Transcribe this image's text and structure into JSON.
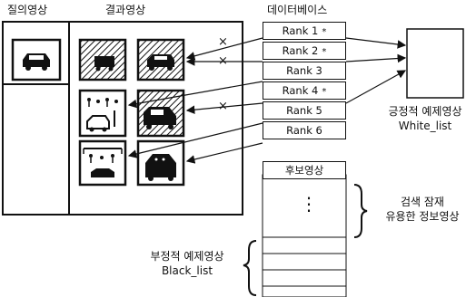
{
  "labels": {
    "query_image": "질의영상",
    "result_image": "결과영상",
    "database": "데이터베이스",
    "candidate": "후보영상",
    "positive_example": "긍정적 예제영상",
    "white_list": "White_list",
    "search_potential_line1": "검색 잠재",
    "search_potential_line2": "유용한 정보영상",
    "negative_example": "부정적 예제영상",
    "black_list": "Black_list",
    "ellipsis": "⋮",
    "reject_mark": "×"
  },
  "ranks": [
    {
      "label": "Rank 1",
      "star": "*"
    },
    {
      "label": "Rank 2",
      "star": "*"
    },
    {
      "label": "Rank 3",
      "star": ""
    },
    {
      "label": "Rank 4",
      "star": "*"
    },
    {
      "label": "Rank 5",
      "star": ""
    },
    {
      "label": "Rank 6",
      "star": ""
    }
  ],
  "thumbnails": [
    {
      "icon": "car-icon",
      "hatched": true
    },
    {
      "icon": "car-icon",
      "hatched": true
    },
    {
      "icon": "street-scene-icon",
      "hatched": false
    },
    {
      "icon": "car-icon",
      "hatched": true
    },
    {
      "icon": "street-scene-icon",
      "hatched": false
    },
    {
      "icon": "car-icon",
      "hatched": false
    }
  ]
}
